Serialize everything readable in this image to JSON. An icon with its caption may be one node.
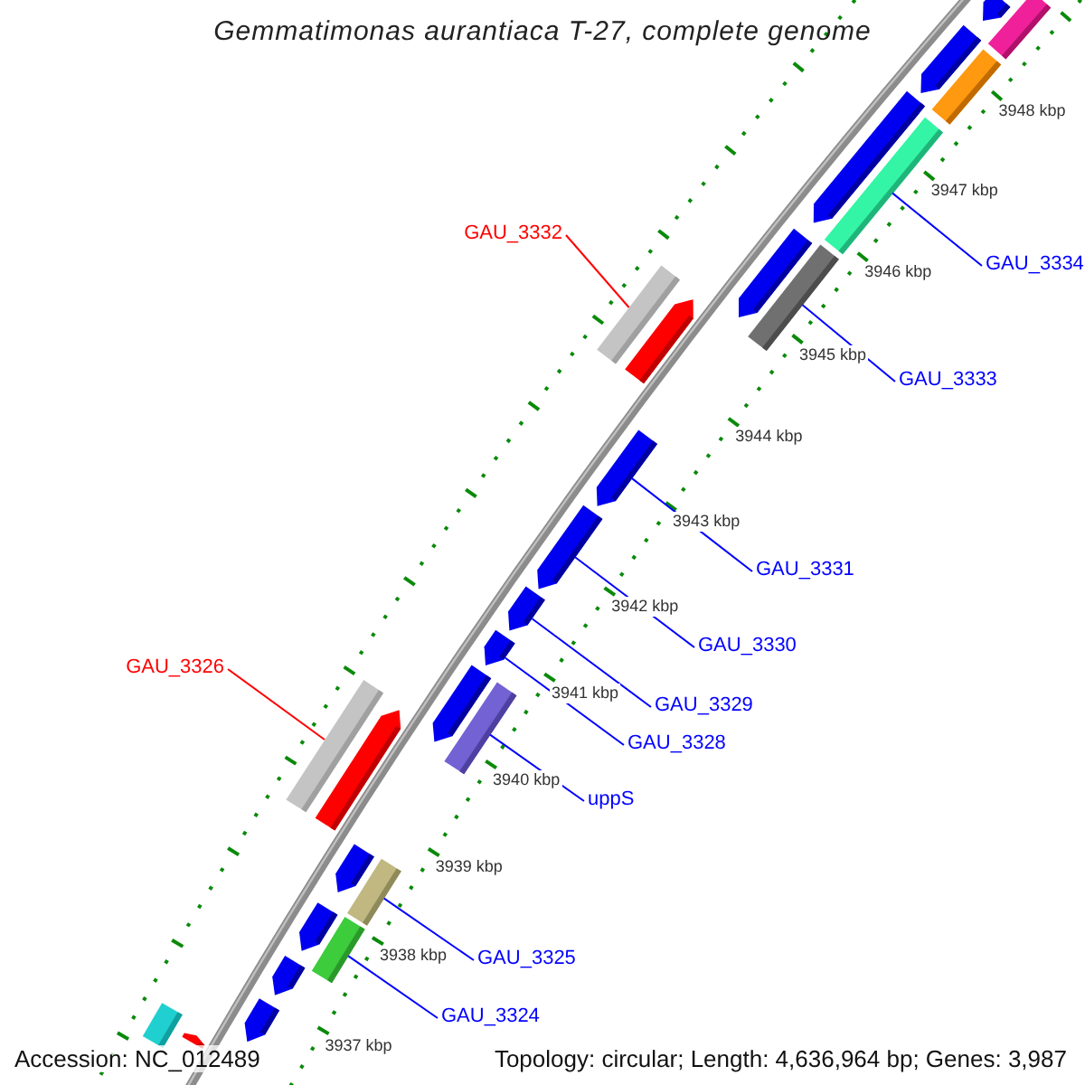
{
  "diagram": {
    "title": "Gemmatimonas aurantiaca T-27, complete genome",
    "nodes": [
      {
        "text": [
          "GAU_3332"
        ]
      },
      {
        "text": [
          "GAU_3334"
        ]
      },
      {
        "text": [
          "GAU_3333"
        ]
      },
      {
        "text": [
          "GAU_3331"
        ]
      },
      {
        "text": [
          "GAU_3330"
        ]
      },
      {
        "text": [
          "GAU_3326"
        ]
      },
      {
        "text": [
          "GAU_3329"
        ]
      },
      {
        "text": [
          "GAU_3328"
        ]
      },
      {
        "text": [
          "uppS"
        ]
      },
      {
        "text": [
          "GAU_3325"
        ]
      },
      {
        "text": [
          "GAU_3324"
        ]
      },
      {
        "text": [],
        "shape": "bar"
      },
      {
        "text": [],
        "shape": "bar"
      },
      {
        "text": [],
        "shape": "bar"
      },
      {
        "text": [],
        "shape": "bar"
      },
      {
        "text": [],
        "shape": "bar"
      },
      {
        "text": [],
        "shape": "bar"
      },
      {
        "text": [],
        "shape": "bar"
      },
      {
        "text": [],
        "shape": "bar"
      },
      {
        "text": [],
        "shape": "bar"
      },
      {
        "text": [],
        "shape": "bar"
      },
      {
        "text": [],
        "shape": "bar"
      },
      {
        "text": [],
        "shape": "bar"
      },
      {
        "text": [],
        "shape": "bar"
      },
      {
        "text": [],
        "shape": "bar"
      },
      {
        "text": [],
        "shape": "bar"
      },
      {
        "text": [],
        "shape": "bar"
      },
      {
        "text": [],
        "shape": "bar"
      },
      {
        "text": [],
        "shape": "bar"
      },
      {
        "text": [],
        "shape": "bar"
      },
      {
        "text": [],
        "shape": "bar"
      },
      {
        "text": [],
        "shape": "bar"
      },
      {
        "text": [],
        "shape": "bar"
      },
      {
        "text": [],
        "shape": "bar"
      },
      {
        "text": [],
        "shape": "bar"
      },
      {
        "text": [],
        "shape": "bar"
      },
      {
        "text": [],
        "shape": "bar"
      }
    ],
    "edges": [
      {
        "from": 0,
        "to": 19,
        "arrow": "none",
        "color": "#ff0000"
      },
      {
        "from": 1,
        "to": 16,
        "arrow": "none"
      },
      {
        "from": 2,
        "to": 18,
        "arrow": "none"
      },
      {
        "from": 3,
        "to": 21,
        "arrow": "none"
      },
      {
        "from": 4,
        "to": 22,
        "arrow": "none"
      },
      {
        "from": 5,
        "to": 27,
        "arrow": "none",
        "color": "#ff0000"
      },
      {
        "from": 6,
        "to": 23,
        "arrow": "none"
      },
      {
        "from": 7,
        "to": 24,
        "arrow": "none"
      },
      {
        "from": 8,
        "to": 26,
        "arrow": "none"
      },
      {
        "from": 9,
        "to": 30,
        "arrow": "none"
      },
      {
        "from": 10,
        "to": 32,
        "arrow": "none"
      }
    ],
    "labels": [
      "3948 kbp",
      "3947 kbp",
      "3946 kbp",
      "3945 kbp",
      "3944 kbp",
      "3943 kbp",
      "3942 kbp",
      "3941 kbp",
      "3940 kbp",
      "3939 kbp",
      "3938 kbp",
      "3937 kbp",
      "Accession: NC_012489",
      "Topology: circular; Length: 4,636,964 bp; Genes: 3,987"
    ]
  }
}
